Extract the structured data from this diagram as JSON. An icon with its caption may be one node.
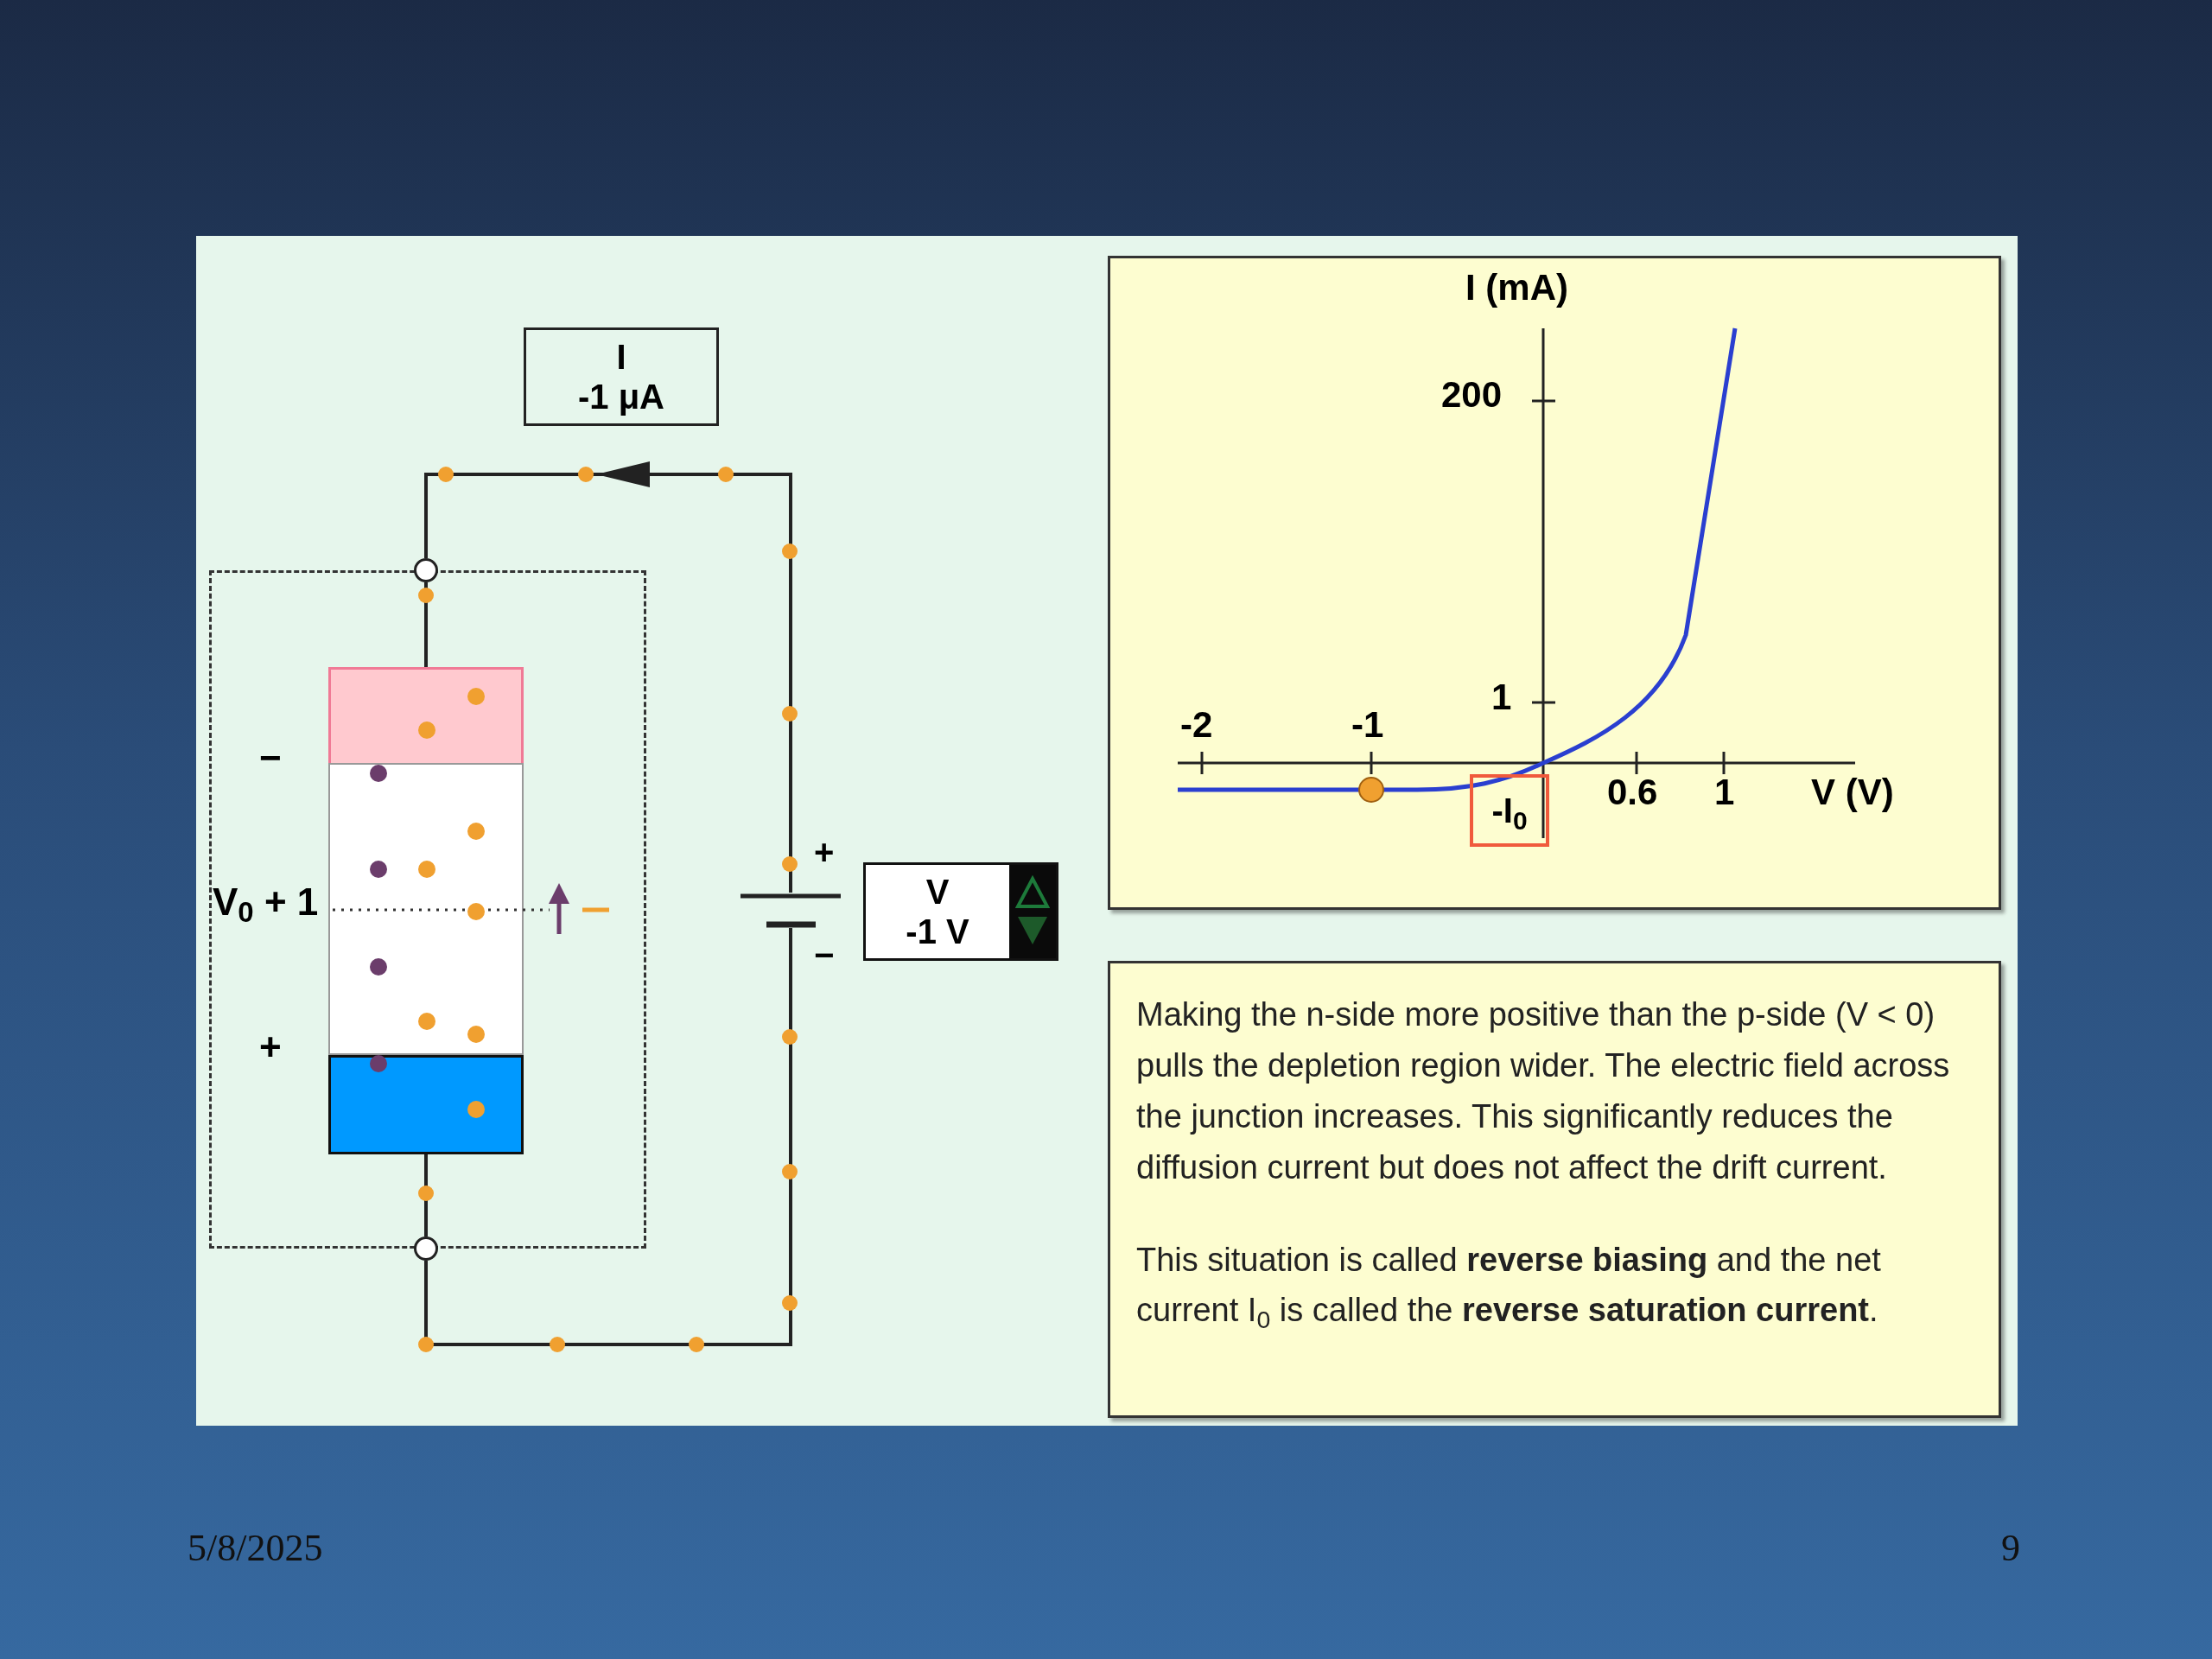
{
  "diagram": {
    "nodes": [
      {
        "text": [
          "I",
          "-1 μA"
        ]
      },
      {
        "text": [
          "V",
          "-1 V"
        ]
      },
      {
        "text": [],
        "shape": "box"
      },
      {
        "text": [],
        "shape": "circle"
      },
      {
        "text": [],
        "shape": "circle"
      },
      {
        "text": [],
        "shape": "box",
        "in": 2
      },
      {
        "text": [],
        "shape": "box",
        "in": 2
      },
      {
        "text": [],
        "shape": "box",
        "in": 2
      },
      {
        "text": [],
        "shape": "battery"
      },
      {
        "text": [
          "-I$_{0}$"
        ]
      },
      {
        "text": [
          "Making the n-side more positive than the p-side (V < 0) pulls the depletion region wider. The electric field across the junction increases. This significantly reduces the diffusion current but does not affect the drift current.",
          "This situation is called **reverse biasing** and the net current I$_{0}$ is called the **reverse saturation current**."
        ]
      }
    ],
    "edges": [
      {
        "from": 8,
        "to": 3,
        "arrow": "to"
      },
      {
        "from": 8,
        "to": 4,
        "arrow": "none"
      },
      {
        "from": 3,
        "to": 5,
        "arrow": "none"
      },
      {
        "from": 7,
        "to": 4,
        "arrow": "none"
      }
    ],
    "labels": [
      "−",
      "V$_{0}$ + 1",
      "+",
      "+",
      "−",
      "I (mA)",
      "200",
      "1",
      "-2",
      "-1",
      "0.6",
      "1",
      "V (V)",
      "5/8/2025",
      "9"
    ]
  }
}
